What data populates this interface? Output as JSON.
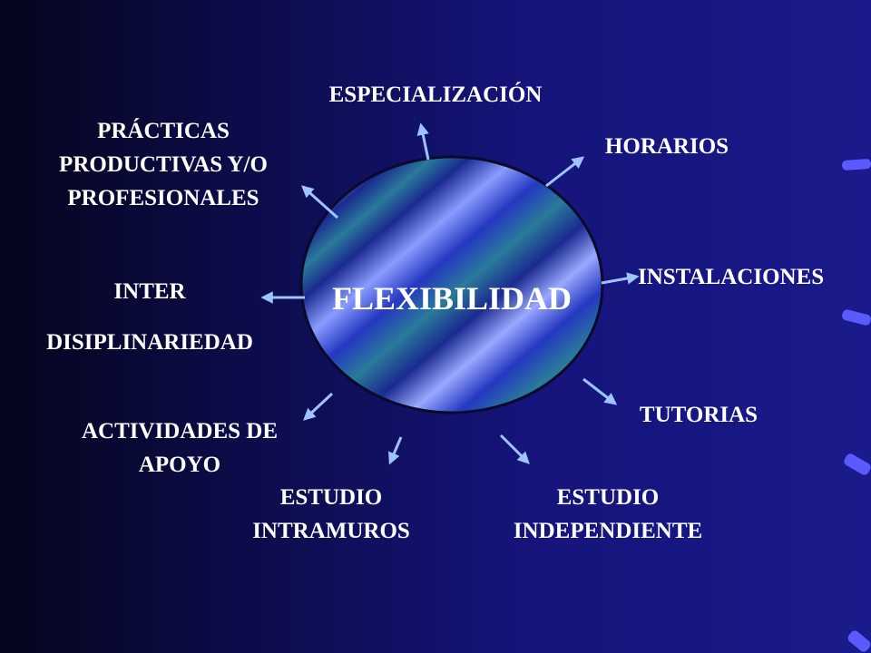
{
  "center": {
    "label": "FLEXIBILIDAD"
  },
  "labels": {
    "especializacion": [
      "ESPECIALIZACIÓN"
    ],
    "horarios": [
      "HORARIOS"
    ],
    "instalaciones": [
      "INSTALACIONES"
    ],
    "tutorias": [
      "TUTORIAS"
    ],
    "estudio_independiente": [
      "ESTUDIO",
      "INDEPENDIENTE"
    ],
    "estudio_intramuros": [
      "ESTUDIO",
      "INTRAMUROS"
    ],
    "actividades_apoyo": [
      "ACTIVIDADES DE",
      "APOYO"
    ],
    "interdisciplinariedad": [
      "INTER",
      "DISIPLINARIEDAD"
    ],
    "practicas": [
      "PRÁCTICAS",
      "PRODUCTIVAS Y/O",
      "PROFESIONALES"
    ]
  },
  "colors": {
    "background": "#10106a",
    "arrow": "#9fc3ff",
    "edge_dash": "#5a5aff",
    "circle_stripe_a": "#3b4bd8",
    "circle_stripe_b": "#9aa8ff",
    "circle_stripe_c": "#1a2a90",
    "circle_stripe_d": "#2a7a9a"
  }
}
